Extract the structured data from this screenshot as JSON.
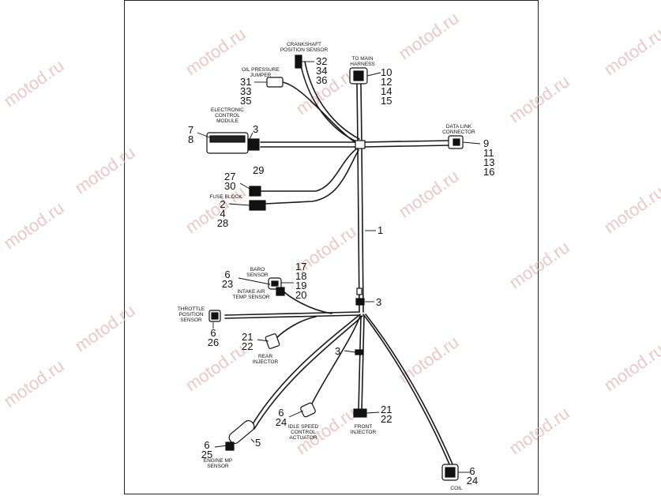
{
  "watermark": "motod.ru",
  "components": {
    "crankshaft_sensor": {
      "label": [
        "CRANKSHAFT",
        "POSITION SENSOR"
      ],
      "numbers": [
        "32",
        "34",
        "36"
      ]
    },
    "oil_pressure": {
      "label": [
        "OIL PRESSURE",
        "JUMPER"
      ],
      "numbers": [
        "31",
        "33",
        "35"
      ]
    },
    "main_harness": {
      "label": [
        "TO MAIN",
        "HARNESS"
      ],
      "numbers": [
        "10",
        "12",
        "14",
        "15"
      ]
    },
    "ecm": {
      "label": [
        "ELECTRONIC",
        "CONTROL",
        "MODULE"
      ],
      "numbers_left": [
        "7",
        "8"
      ],
      "number_right": "3"
    },
    "data_link": {
      "label": [
        "DATA LINK",
        "CONNECTOR"
      ],
      "numbers": [
        "9",
        "11",
        "13",
        "16"
      ]
    },
    "fuse_block": {
      "label": [
        "FUSE BLOCK"
      ],
      "numbers_top": [
        "27",
        "30"
      ],
      "number_top_right": "29",
      "numbers_bottom": [
        "2",
        "4",
        "28"
      ]
    },
    "harness": {
      "number": "1"
    },
    "baro_sensor": {
      "label": [
        "BARO",
        "SENSOR"
      ],
      "numbers_left": [
        "6",
        "23"
      ],
      "numbers_right": [
        "17",
        "18",
        "19",
        "20"
      ]
    },
    "intake_air_temp": {
      "label": [
        "INTAKE AIR",
        "TEMP SENSOR"
      ]
    },
    "clip_upper": {
      "number": "3"
    },
    "throttle_position": {
      "label": [
        "THROTTLE",
        "POSITION",
        "SENSOR"
      ],
      "numbers": [
        "6",
        "26"
      ]
    },
    "rear_injector": {
      "label": [
        "REAR",
        "INJECTOR"
      ],
      "numbers": [
        "21",
        "22"
      ]
    },
    "clip_lower": {
      "number": "3"
    },
    "idle_speed": {
      "label": [
        "IDLE SPEED",
        "CONTROL",
        "ACTUATOR"
      ],
      "numbers": [
        "6",
        "24"
      ]
    },
    "front_injector": {
      "label": [
        "FRONT",
        "INJECTOR"
      ],
      "numbers": [
        "21",
        "22"
      ]
    },
    "engine_map": {
      "label": [
        "ENGINE MP",
        "SENSOR"
      ],
      "numbers": [
        "6",
        "25"
      ],
      "number_right": "5"
    },
    "coil": {
      "label": [
        "COIL"
      ],
      "numbers": [
        "6",
        "24"
      ]
    }
  }
}
